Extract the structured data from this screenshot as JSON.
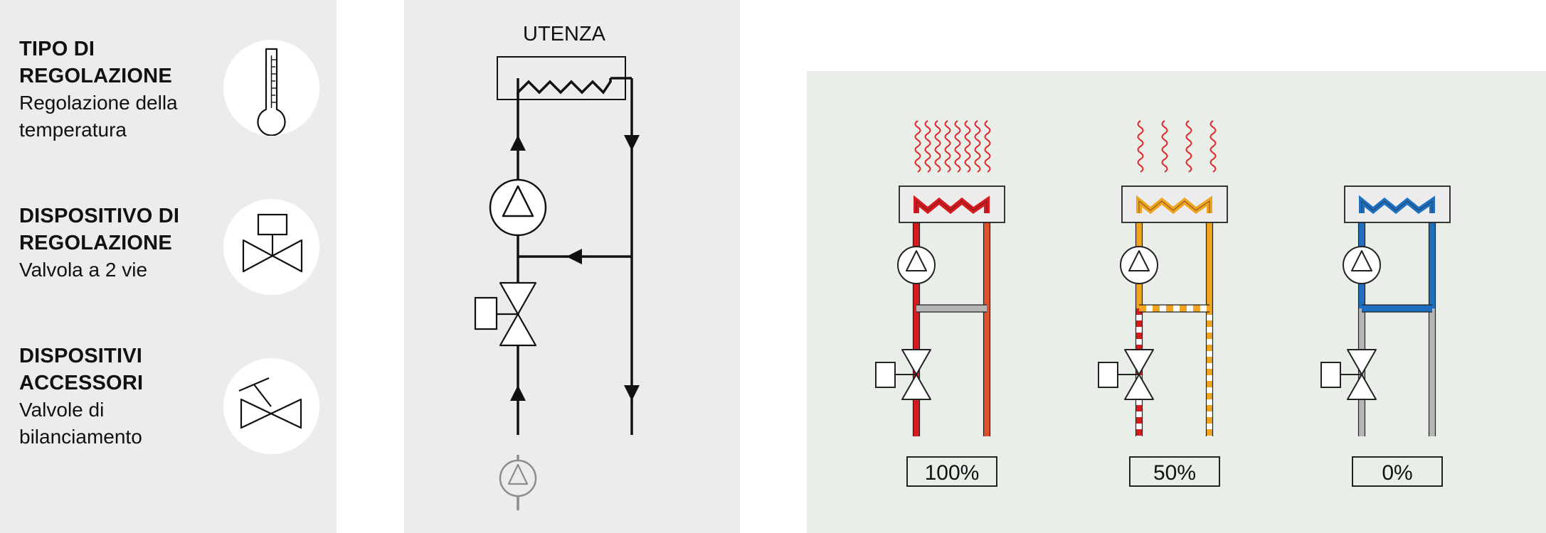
{
  "left": {
    "blocks": [
      {
        "title": "TIPO DI REGOLAZIONE",
        "subtitle": "Regolazione della temperatura",
        "icon": "thermometer-icon"
      },
      {
        "title": "DISPOSITIVO DI REGOLAZIONE",
        "subtitle": "Valvola a 2 vie",
        "icon": "two-way-valve-icon"
      },
      {
        "title": "DISPOSITIVI ACCESSORI",
        "subtitle": "Valvole di bilanciamento",
        "icon": "balancing-valve-icon"
      }
    ]
  },
  "schema": {
    "label": "UTENZA"
  },
  "states": [
    {
      "percent": "100%",
      "color": "#d71920",
      "return_color": "#e0512a"
    },
    {
      "percent": "50%",
      "color": "#f0a31f",
      "return_color": "#f0a31f"
    },
    {
      "percent": "0%",
      "color": "#1f6fc0",
      "return_color": "#1f6fc0"
    }
  ],
  "colors": {
    "heat_wave": "#e0262b",
    "pipe_gray": "#b5b5b5",
    "panel_gray": "#ececec",
    "panel_green": "#e9efe8"
  }
}
